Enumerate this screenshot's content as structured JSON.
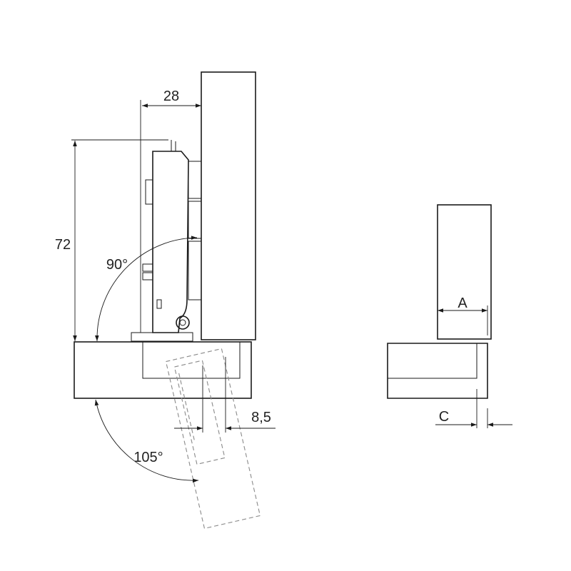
{
  "dimensions": {
    "width_28": "28",
    "height_72": "72",
    "overlay_8_5": "8,5",
    "param_a": "A",
    "param_c": "C"
  },
  "angles": {
    "open_90": "90°",
    "open_105": "105°"
  },
  "colors": {
    "line": "#1a1a1a",
    "dashed": "#8a8a8a",
    "background": "#ffffff"
  }
}
